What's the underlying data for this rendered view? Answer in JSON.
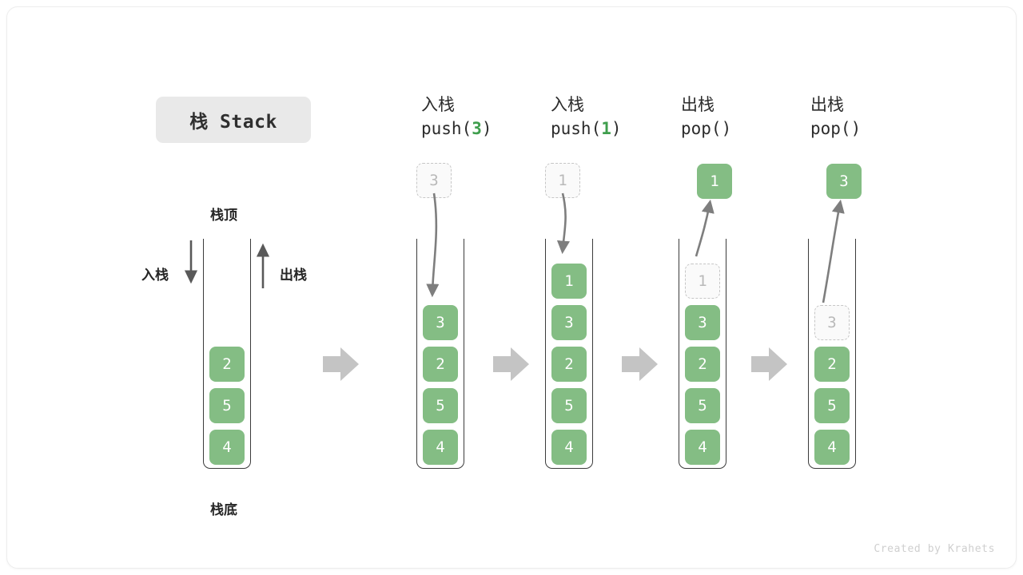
{
  "title": "栈 Stack",
  "labels": {
    "top": "栈顶",
    "bottom": "栈底",
    "push": "入栈",
    "pop": "出栈"
  },
  "credit": "Created by Krahets",
  "colors": {
    "cell_green": "#84bd84",
    "ghost_border": "#c6c6c6",
    "ghost_text": "#b9b9b9",
    "arrow_gray": "#808080",
    "block_arrow": "#c4c4c4",
    "tube_border": "#3b3b3b",
    "accent_code": "#3f9e4d"
  },
  "steps": [
    {
      "id": "initial",
      "caption_cn": "",
      "caption_code": "",
      "cells": [
        {
          "value": "2",
          "state": "solid"
        },
        {
          "value": "5",
          "state": "solid"
        },
        {
          "value": "4",
          "state": "solid"
        }
      ]
    },
    {
      "id": "push-3",
      "caption_cn": "入栈",
      "caption_code_prefix": "push(",
      "caption_code_arg": "3",
      "caption_code_suffix": ")",
      "incoming": {
        "value": "3",
        "state": "ghost"
      },
      "cells": [
        {
          "value": "3",
          "state": "solid"
        },
        {
          "value": "2",
          "state": "solid"
        },
        {
          "value": "5",
          "state": "solid"
        },
        {
          "value": "4",
          "state": "solid"
        }
      ]
    },
    {
      "id": "push-1",
      "caption_cn": "入栈",
      "caption_code_prefix": "push(",
      "caption_code_arg": "1",
      "caption_code_suffix": ")",
      "incoming": {
        "value": "1",
        "state": "ghost"
      },
      "cells": [
        {
          "value": "1",
          "state": "solid"
        },
        {
          "value": "3",
          "state": "solid"
        },
        {
          "value": "2",
          "state": "solid"
        },
        {
          "value": "5",
          "state": "solid"
        },
        {
          "value": "4",
          "state": "solid"
        }
      ]
    },
    {
      "id": "pop-1",
      "caption_cn": "出栈",
      "caption_code_prefix": "pop(",
      "caption_code_arg": "",
      "caption_code_suffix": ")",
      "outgoing": {
        "value": "1",
        "state": "solid"
      },
      "cells": [
        {
          "value": "1",
          "state": "ghost"
        },
        {
          "value": "3",
          "state": "solid"
        },
        {
          "value": "2",
          "state": "solid"
        },
        {
          "value": "5",
          "state": "solid"
        },
        {
          "value": "4",
          "state": "solid"
        }
      ]
    },
    {
      "id": "pop-3",
      "caption_cn": "出栈",
      "caption_code_prefix": "pop(",
      "caption_code_arg": "",
      "caption_code_suffix": ")",
      "outgoing": {
        "value": "3",
        "state": "solid"
      },
      "cells": [
        {
          "value": "3",
          "state": "ghost"
        },
        {
          "value": "2",
          "state": "solid"
        },
        {
          "value": "5",
          "state": "solid"
        },
        {
          "value": "4",
          "state": "solid"
        }
      ]
    }
  ]
}
